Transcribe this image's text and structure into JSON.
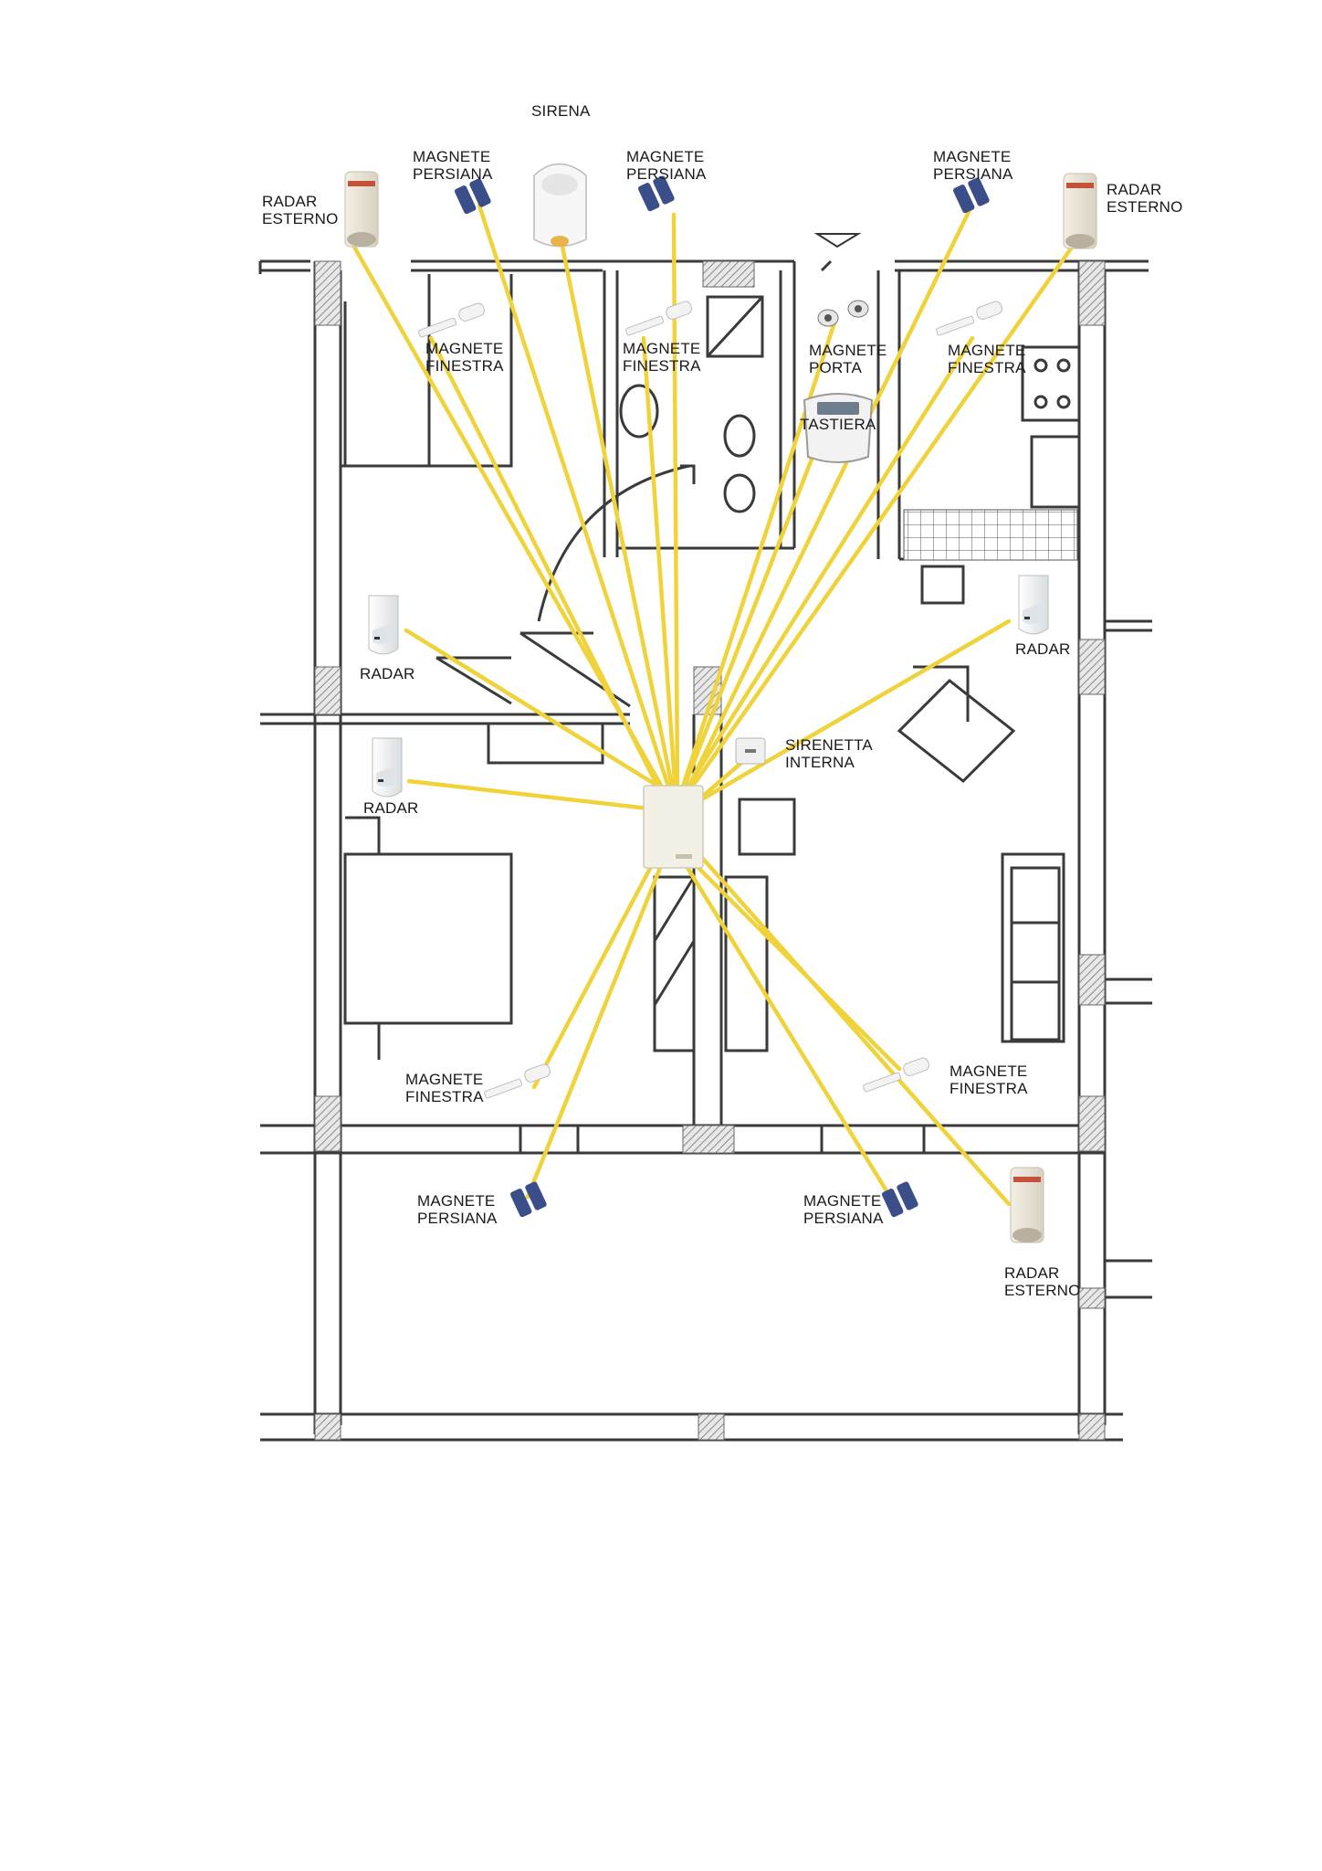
{
  "labels": {
    "sirena": "SIRENA",
    "magnete_persiana": "MAGNETE\nPERSIANA",
    "radar_esterno": "RADAR\nESTERNO",
    "magnete_finestra": "MAGNETE\nFINESTRA",
    "magnete_porta": "MAGNETE\nPORTA",
    "tastiera": "TASTIERA",
    "radar": "RADAR",
    "sirenetta_interna": "SIRENETTA\nINTERNA"
  },
  "colors": {
    "wire": "#f0d33a",
    "wall": "#3a3a3a",
    "hatch": "#9a9a9a",
    "magnet_blue": "#3a4f8a"
  }
}
